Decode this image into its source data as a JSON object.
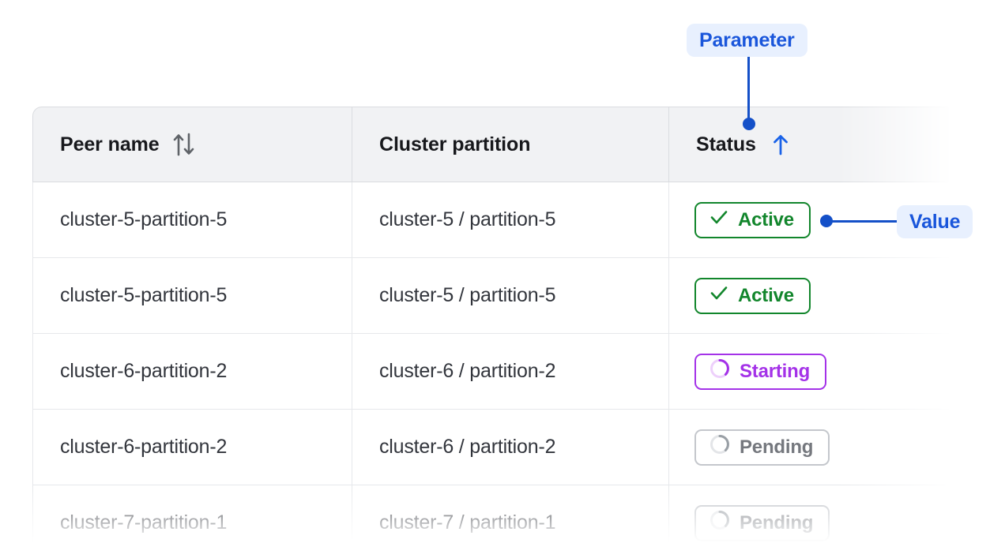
{
  "table": {
    "columns": [
      {
        "label": "Peer name",
        "sort_icon": "sort-both-icon",
        "sort_state": "none"
      },
      {
        "label": "Cluster partition",
        "sort_icon": null,
        "sort_state": "none"
      },
      {
        "label": "Status",
        "sort_icon": "arrow-up-icon",
        "sort_state": "ascending"
      }
    ],
    "rows": [
      {
        "peer_name": "cluster-5-partition-5",
        "cluster_partition": "cluster-5 / partition-5",
        "status": {
          "label": "Active",
          "icon": "check-icon",
          "variant": "active"
        }
      },
      {
        "peer_name": "cluster-5-partition-5",
        "cluster_partition": "cluster-5 / partition-5",
        "status": {
          "label": "Active",
          "icon": "check-icon",
          "variant": "active"
        }
      },
      {
        "peer_name": "cluster-6-partition-2",
        "cluster_partition": "cluster-6 / partition-2",
        "status": {
          "label": "Starting",
          "icon": "spinner-icon",
          "variant": "starting"
        }
      },
      {
        "peer_name": "cluster-6-partition-2",
        "cluster_partition": "cluster-6 / partition-2",
        "status": {
          "label": "Pending",
          "icon": "spinner-icon",
          "variant": "pending"
        }
      },
      {
        "peer_name": "cluster-7-partition-1",
        "cluster_partition": "cluster-7 / partition-1",
        "status": {
          "label": "Pending",
          "icon": "spinner-icon",
          "variant": "pending"
        }
      }
    ]
  },
  "annotations": [
    {
      "id": "parameter",
      "label": "Parameter",
      "points_to": "Status column header"
    },
    {
      "id": "value",
      "label": "Value",
      "points_to": "Active status badge in first row"
    }
  ],
  "colors": {
    "annotation_text": "#1a56db",
    "annotation_background": "#e8f0fe",
    "annotation_line": "#1450c8",
    "status_active": "#12862c",
    "status_starting": "#a432e8",
    "status_pending": "#75787e",
    "sort_active": "#1a62e8",
    "sort_inactive": "#5f6368",
    "header_background": "#f1f2f4",
    "border": "#dadce0"
  }
}
